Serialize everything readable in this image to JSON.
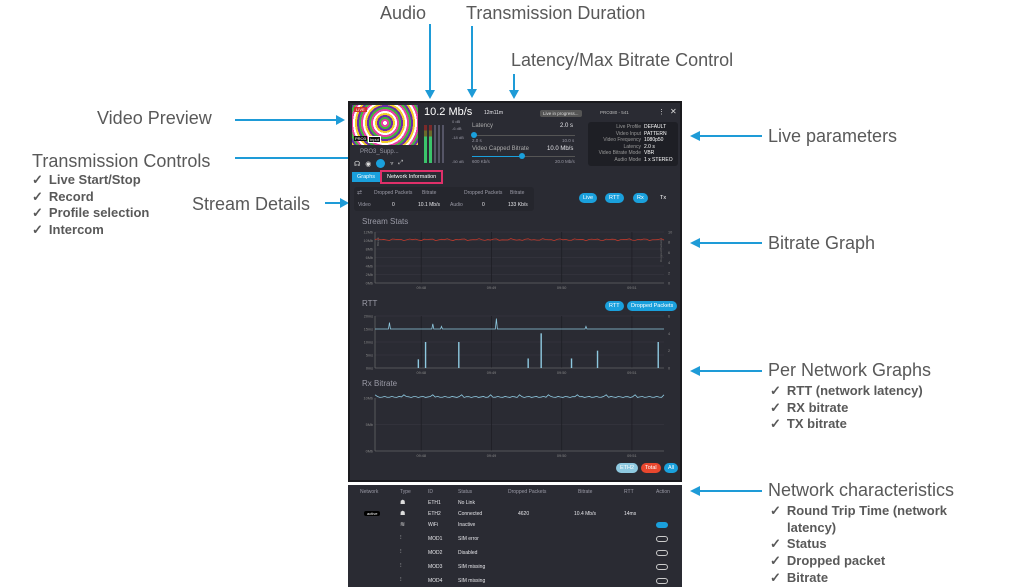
{
  "annotations": {
    "audio": "Audio",
    "duration": "Transmission Duration",
    "latency_control": "Latency/Max Bitrate Control",
    "video_preview": "Video Preview",
    "transmission_controls": "Transmission Controls",
    "transmission_bullets": [
      "Live Start/Stop",
      "Record",
      "Profile selection",
      "Intercom"
    ],
    "stream_details": "Stream Details",
    "live_parameters": "Live parameters",
    "bitrate_graph": "Bitrate Graph",
    "per_network_graphs": "Per Network Graphs",
    "per_network_bullets": [
      "RTT (network latency)",
      "RX bitrate",
      "TX bitrate"
    ],
    "network_characteristics": "Network characteristics",
    "network_bullets": [
      "Round Trip Time (network",
      "latency)",
      "Status",
      "Dropped packet",
      "Bitrate"
    ],
    "check": "✓"
  },
  "colors": {
    "accent": "#1aa0dc",
    "arrow": "#1e9bd7",
    "bitrate_line": "#c0392b",
    "rtt_line": "#8ec9e0",
    "total": "#e8472e"
  },
  "header": {
    "bitrate": "10.2 Mb/s",
    "duration": "12m11m",
    "status": "Live in progress...",
    "device": "PRO380 - 541",
    "live_badge": "LIVE",
    "preview_tags": [
      "PRO3",
      "Input"
    ],
    "profile_name": "PRO3_Supp..."
  },
  "audio_meter": {
    "labels": [
      "0 dB",
      "-6 dB",
      "-18 dB",
      "-50 dB"
    ]
  },
  "latency": {
    "label": "Latency",
    "value": "2.0 s",
    "min": "2.0 s",
    "max": "10.0 s",
    "fraction": 0.0
  },
  "capped": {
    "label": "Video Capped Bitrate",
    "value": "10.0 Mb/s",
    "min": "600 Kb/s",
    "max": "20.0 Mb/s",
    "fraction": 0.49
  },
  "live_params": [
    [
      "Live Profile",
      "DEFAULT"
    ],
    [
      "Video Input",
      "PATTERN"
    ],
    [
      "Video Frequency",
      "1080p50"
    ],
    [
      "Latency",
      "2.0 s"
    ],
    [
      "Video Bitrate Mode",
      "VBR"
    ],
    [
      "Audio Mode",
      "1 x STEREO"
    ]
  ],
  "tabs": {
    "graphs": "Graphs",
    "network": "Network Information"
  },
  "stream_details": {
    "h_dropped": "Dropped Packets",
    "h_bitrate": "Bitrate",
    "video": "Video",
    "video_dropped": "0",
    "video_bitrate": "10.1 Mb/s",
    "audio": "Audio",
    "audio_dropped": "0",
    "audio_bitrate": "133 Kb/s"
  },
  "graph_buttons": [
    "Live",
    "RTT",
    "Rx",
    "Tx"
  ],
  "rtt_buttons": [
    "RTT",
    "Dropped Packets"
  ],
  "legend_buttons": [
    "ETH2",
    "Total",
    "All"
  ],
  "chart_data": [
    {
      "type": "line",
      "title": "Stream Stats",
      "ylim": [
        0,
        12
      ],
      "yticks": [
        "0Mb",
        "2Mb",
        "4Mb",
        "6Mb",
        "8Mb",
        "10Mb",
        "12Mb"
      ],
      "y2lim": [
        0,
        10
      ],
      "y2ticks": [
        "0",
        "2",
        "4",
        "6",
        "8",
        "10"
      ],
      "ylabel": "Bitrate",
      "y2label": "Dropped Packets",
      "xticks": [
        "09:48",
        "09:49",
        "09:50",
        "09:51"
      ],
      "series": [
        {
          "name": "Bitrate",
          "base": 10.2,
          "jitter": 0.25
        }
      ]
    },
    {
      "type": "line",
      "title": "RTT",
      "ylim": [
        0,
        20
      ],
      "yticks": [
        "0ms",
        "5ms",
        "10ms",
        "15ms",
        "20ms"
      ],
      "y2lim": [
        0,
        6
      ],
      "y2ticks": [
        "0",
        "2",
        "4",
        "6"
      ],
      "xticks": [
        "09:48",
        "09:49",
        "09:50",
        "09:51"
      ],
      "series": [
        {
          "name": "RTT",
          "base": 15
        }
      ],
      "spikes": [
        [
          0.05,
          17.5
        ],
        [
          0.2,
          17
        ],
        [
          0.23,
          16
        ],
        [
          0.42,
          19
        ],
        [
          0.73,
          16
        ]
      ],
      "dropped": [
        [
          0.15,
          1
        ],
        [
          0.175,
          3
        ],
        [
          0.29,
          3
        ],
        [
          0.53,
          1.1
        ],
        [
          0.575,
          4
        ],
        [
          0.68,
          1.1
        ],
        [
          0.77,
          2
        ],
        [
          0.98,
          3
        ]
      ]
    },
    {
      "type": "line",
      "title": "Rx Bitrate",
      "ylim": [
        0,
        10
      ],
      "yticks": [
        "0Mb",
        "5Mb",
        "10Mb"
      ],
      "xticks": [
        "09:48",
        "09:49",
        "09:50",
        "09:51"
      ],
      "series": [
        {
          "name": "ETH2",
          "base": 10.2
        }
      ]
    }
  ],
  "network_table": {
    "headers": [
      "Network",
      "Type",
      "ID",
      "Status",
      "Dropped Packets",
      "Bitrate",
      "RTT",
      "Action"
    ],
    "rows": [
      {
        "active": "",
        "type": "ethernet",
        "id": "ETH1",
        "status": "No Link",
        "dropped": "",
        "bitrate": "",
        "rtt": "",
        "toggle": ""
      },
      {
        "active": "active",
        "type": "ethernet",
        "id": "ETH2",
        "status": "Connected",
        "dropped": "4620",
        "bitrate": "10.4 Mb/s",
        "rtt": "14ms",
        "toggle": ""
      },
      {
        "active": "",
        "type": "wifi",
        "id": "WiFi",
        "status": "Inactive",
        "dropped": "",
        "bitrate": "",
        "rtt": "",
        "toggle": "on"
      },
      {
        "active": "",
        "type": "modem",
        "id": "MOD1",
        "status": "SIM error",
        "dropped": "",
        "bitrate": "",
        "rtt": "",
        "toggle": "off"
      },
      {
        "active": "",
        "type": "modem",
        "id": "MOD2",
        "status": "Disabled",
        "dropped": "",
        "bitrate": "",
        "rtt": "",
        "toggle": "off"
      },
      {
        "active": "",
        "type": "modem",
        "id": "MOD3",
        "status": "SIM missing",
        "dropped": "",
        "bitrate": "",
        "rtt": "",
        "toggle": "off"
      },
      {
        "active": "",
        "type": "modem",
        "id": "MOD4",
        "status": "SIM missing",
        "dropped": "",
        "bitrate": "",
        "rtt": "",
        "toggle": "off"
      }
    ]
  }
}
